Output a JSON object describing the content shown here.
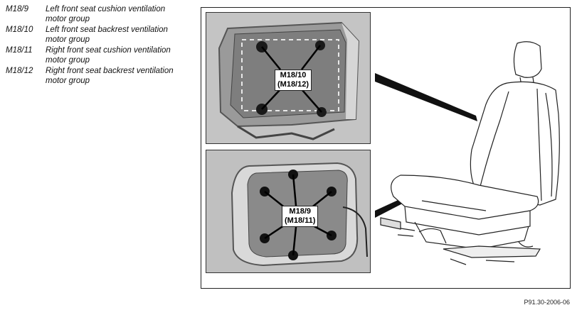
{
  "legend": [
    {
      "code": "M18/9",
      "description": "Left front seat cushion ventilation motor group"
    },
    {
      "code": "M18/10",
      "description": "Left front seat backrest ventilation motor group"
    },
    {
      "code": "M18/11",
      "description": "Right front seat cushion ventilation motor group"
    },
    {
      "code": "M18/12",
      "description": "Right front seat backrest ventilation motor group"
    }
  ],
  "callouts": {
    "backrest": {
      "line1": "M18/10",
      "line2": "(M18/12)"
    },
    "cushion": {
      "line1": "M18/9",
      "line2": "(M18/11)"
    }
  },
  "figure_ref": "P91.30-2006-06"
}
